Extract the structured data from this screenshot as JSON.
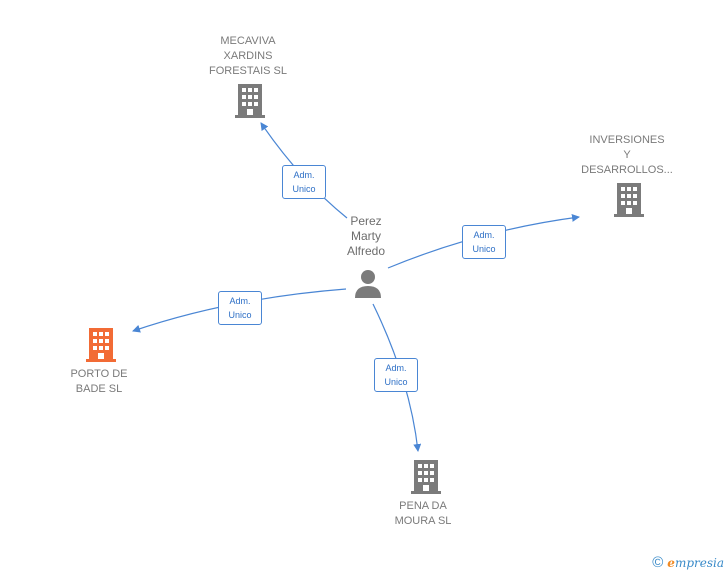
{
  "nodes": {
    "mecaviva": {
      "label": "MECAVIVA\nXARDINS\nFORESTAIS  SL"
    },
    "inversiones": {
      "label": "INVERSIONES\nY\nDESARROLLOS..."
    },
    "porto": {
      "label": "PORTO DE\nBADE  SL"
    },
    "pena": {
      "label": "PENA DA\nMOURA  SL"
    },
    "person": {
      "label": "Perez\nMarty\nAlfredo"
    }
  },
  "edges": {
    "mecaviva": {
      "line1": "Adm.",
      "line2": "Unico"
    },
    "inversiones": {
      "line1": "Adm.",
      "line2": "Unico"
    },
    "porto": {
      "line1": "Adm.",
      "line2": "Unico"
    },
    "pena": {
      "line1": "Adm.",
      "line2": "Unico"
    }
  },
  "colors": {
    "edge": "#4a86d4",
    "company": "#7b7b7b",
    "focus_company": "#f26b35",
    "person": "#7b7b7b"
  },
  "icons": {
    "company": "building-icon",
    "person": "person-icon",
    "copyright": "copyright-icon"
  },
  "footer": {
    "copyright": "©",
    "brand_e": "e",
    "brand_rest": "mpresia"
  }
}
